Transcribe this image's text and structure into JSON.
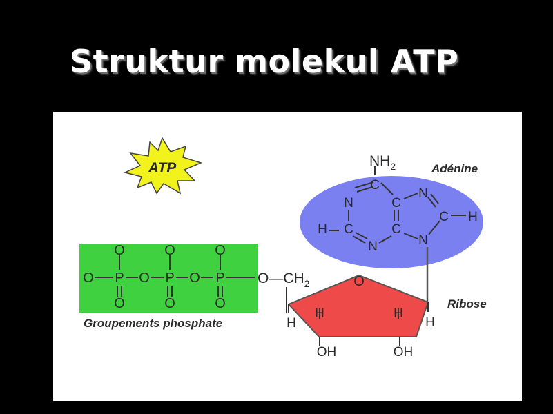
{
  "slide": {
    "title": "Struktur molekul ATP"
  },
  "diagram": {
    "badge": "ATP",
    "labels": {
      "adenine": "Adénine",
      "ribose": "Ribose",
      "phosphates": "Groupements phosphate"
    },
    "atoms": {
      "carbon": "C",
      "nitrogen": "N",
      "hydrogen": "H",
      "oxygen": "O",
      "phosphorus": "P",
      "nh2_main": "NH",
      "nh2_sub": "2",
      "ch2_main": "O—CH",
      "ch2_sub": "2",
      "hydroxyl": "OH"
    },
    "colors": {
      "adenine_fill": "#7b80f0",
      "phosphate_fill": "#3fd13f",
      "ribose_fill": "#ef4a4a",
      "badge_fill": "#f2f21c"
    }
  }
}
